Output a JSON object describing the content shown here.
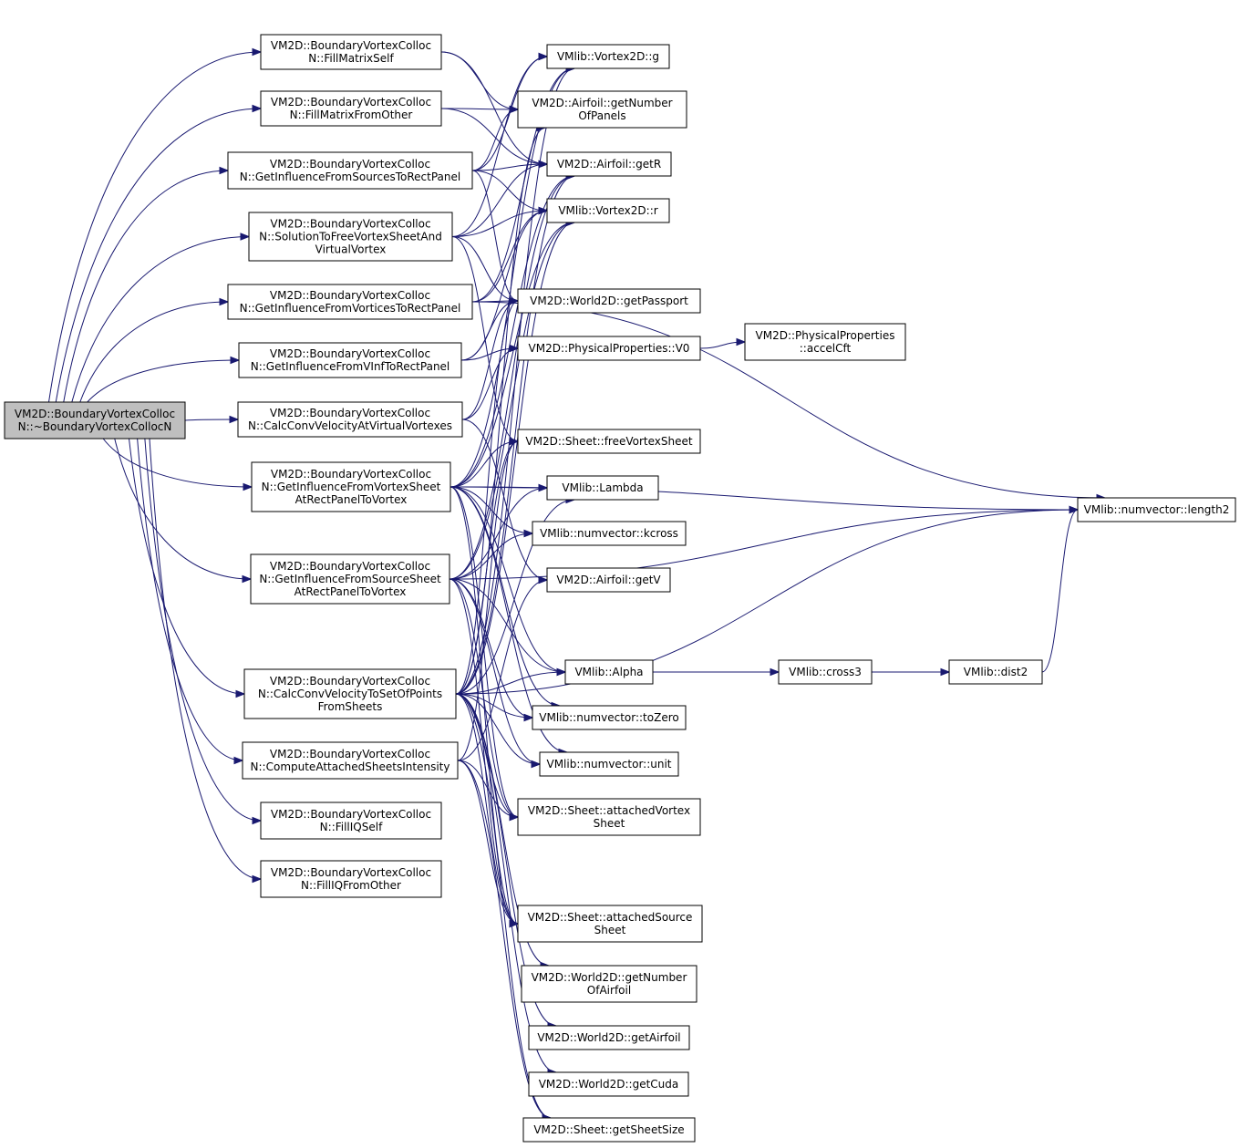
{
  "graph": {
    "nodes": [
      {
        "id": "root",
        "lines": [
          "VM2D::BoundaryVortexColloc",
          "N::~BoundaryVortexCollocN"
        ],
        "root": true
      },
      {
        "id": "fms",
        "lines": [
          "VM2D::BoundaryVortexColloc",
          "N::FillMatrixSelf"
        ]
      },
      {
        "id": "fmo",
        "lines": [
          "VM2D::BoundaryVortexColloc",
          "N::FillMatrixFromOther"
        ]
      },
      {
        "id": "gifs",
        "lines": [
          "VM2D::BoundaryVortexColloc",
          "N::GetInfluenceFromSourcesToRectPanel"
        ]
      },
      {
        "id": "sol",
        "lines": [
          "VM2D::BoundaryVortexColloc",
          "N::SolutionToFreeVortexSheetAnd",
          "VirtualVortex"
        ]
      },
      {
        "id": "gifv",
        "lines": [
          "VM2D::BoundaryVortexColloc",
          "N::GetInfluenceFromVorticesToRectPanel"
        ]
      },
      {
        "id": "gifvinf",
        "lines": [
          "VM2D::BoundaryVortexColloc",
          "N::GetInfluenceFromVInfToRectPanel"
        ]
      },
      {
        "id": "ccvvv",
        "lines": [
          "VM2D::BoundaryVortexColloc",
          "N::CalcConvVelocityAtVirtualVortexes"
        ]
      },
      {
        "id": "gifvs",
        "lines": [
          "VM2D::BoundaryVortexColloc",
          "N::GetInfluenceFromVortexSheet",
          "AtRectPanelToVortex"
        ]
      },
      {
        "id": "gifss",
        "lines": [
          "VM2D::BoundaryVortexColloc",
          "N::GetInfluenceFromSourceSheet",
          "AtRectPanelToVortex"
        ]
      },
      {
        "id": "ccvsp",
        "lines": [
          "VM2D::BoundaryVortexColloc",
          "N::CalcConvVelocityToSetOfPoints",
          "FromSheets"
        ]
      },
      {
        "id": "casi",
        "lines": [
          "VM2D::BoundaryVortexColloc",
          "N::ComputeAttachedSheetsIntensity"
        ]
      },
      {
        "id": "fiqs",
        "lines": [
          "VM2D::BoundaryVortexColloc",
          "N::FillIQSelf"
        ]
      },
      {
        "id": "fiqo",
        "lines": [
          "VM2D::BoundaryVortexColloc",
          "N::FillIQFromOther"
        ]
      },
      {
        "id": "vg",
        "lines": [
          "VMlib::Vortex2D::g"
        ]
      },
      {
        "id": "agnp",
        "lines": [
          "VM2D::Airfoil::getNumber",
          "OfPanels"
        ]
      },
      {
        "id": "agr",
        "lines": [
          "VM2D::Airfoil::getR"
        ]
      },
      {
        "id": "vr",
        "lines": [
          "VMlib::Vortex2D::r"
        ]
      },
      {
        "id": "wgp",
        "lines": [
          "VM2D::World2D::getPassport"
        ]
      },
      {
        "id": "ppv0",
        "lines": [
          "VM2D::PhysicalProperties::V0"
        ]
      },
      {
        "id": "ppac",
        "lines": [
          "VM2D::PhysicalProperties",
          "::accelCft"
        ]
      },
      {
        "id": "sfvs",
        "lines": [
          "VM2D::Sheet::freeVortexSheet"
        ]
      },
      {
        "id": "lam",
        "lines": [
          "VMlib::Lambda"
        ]
      },
      {
        "id": "kcr",
        "lines": [
          "VMlib::numvector::kcross"
        ]
      },
      {
        "id": "agv",
        "lines": [
          "VM2D::Airfoil::getV"
        ]
      },
      {
        "id": "alp",
        "lines": [
          "VMlib::Alpha"
        ]
      },
      {
        "id": "cr3",
        "lines": [
          "VMlib::cross3"
        ]
      },
      {
        "id": "d2",
        "lines": [
          "VMlib::dist2"
        ]
      },
      {
        "id": "len2",
        "lines": [
          "VMlib::numvector::length2"
        ]
      },
      {
        "id": "tz",
        "lines": [
          "VMlib::numvector::toZero"
        ]
      },
      {
        "id": "unit",
        "lines": [
          "VMlib::numvector::unit"
        ]
      },
      {
        "id": "savs",
        "lines": [
          "VM2D::Sheet::attachedVortex",
          "Sheet"
        ]
      },
      {
        "id": "sass",
        "lines": [
          "VM2D::Sheet::attachedSource",
          "Sheet"
        ]
      },
      {
        "id": "wgna",
        "lines": [
          "VM2D::World2D::getNumber",
          "OfAirfoil"
        ]
      },
      {
        "id": "wga",
        "lines": [
          "VM2D::World2D::getAirfoil"
        ]
      },
      {
        "id": "wgc",
        "lines": [
          "VM2D::World2D::getCuda"
        ]
      },
      {
        "id": "sgs",
        "lines": [
          "VM2D::Sheet::getSheetSize"
        ]
      }
    ],
    "edges": [
      [
        "root",
        "fms"
      ],
      [
        "root",
        "fmo"
      ],
      [
        "root",
        "gifs"
      ],
      [
        "root",
        "sol"
      ],
      [
        "root",
        "gifv"
      ],
      [
        "root",
        "gifvinf"
      ],
      [
        "root",
        "ccvvv"
      ],
      [
        "root",
        "gifvs"
      ],
      [
        "root",
        "gifss"
      ],
      [
        "root",
        "ccvsp"
      ],
      [
        "root",
        "casi"
      ],
      [
        "root",
        "fiqs"
      ],
      [
        "root",
        "fiqo"
      ],
      [
        "fms",
        "agnp"
      ],
      [
        "fms",
        "agr"
      ],
      [
        "fmo",
        "agnp"
      ],
      [
        "fmo",
        "agr"
      ],
      [
        "gifs",
        "vg"
      ],
      [
        "gifs",
        "agnp"
      ],
      [
        "gifs",
        "agr"
      ],
      [
        "gifs",
        "vr"
      ],
      [
        "gifs",
        "wgp"
      ],
      [
        "sol",
        "vg"
      ],
      [
        "sol",
        "agr"
      ],
      [
        "sol",
        "vr"
      ],
      [
        "sol",
        "wgp"
      ],
      [
        "sol",
        "sfvs"
      ],
      [
        "gifv",
        "vg"
      ],
      [
        "gifv",
        "vr"
      ],
      [
        "gifv",
        "wgp"
      ],
      [
        "gifv",
        "len2"
      ],
      [
        "gifvinf",
        "wgp"
      ],
      [
        "gifvinf",
        "ppv0"
      ],
      [
        "gifvinf",
        "vr"
      ],
      [
        "ccvvv",
        "ppv0"
      ],
      [
        "ccvvv",
        "agv"
      ],
      [
        "ccvvv",
        "wgp"
      ],
      [
        "gifvs",
        "vg"
      ],
      [
        "gifvs",
        "agr"
      ],
      [
        "gifvs",
        "vr"
      ],
      [
        "gifvs",
        "sfvs"
      ],
      [
        "gifvs",
        "lam"
      ],
      [
        "gifvs",
        "kcr"
      ],
      [
        "gifvs",
        "len2"
      ],
      [
        "gifvs",
        "alp"
      ],
      [
        "gifvs",
        "tz"
      ],
      [
        "gifvs",
        "unit"
      ],
      [
        "gifvs",
        "savs"
      ],
      [
        "gifvs",
        "sass"
      ],
      [
        "gifss",
        "agr"
      ],
      [
        "gifss",
        "vr"
      ],
      [
        "gifss",
        "lam"
      ],
      [
        "gifss",
        "kcr"
      ],
      [
        "gifss",
        "alp"
      ],
      [
        "gifss",
        "len2"
      ],
      [
        "gifss",
        "tz"
      ],
      [
        "gifss",
        "unit"
      ],
      [
        "gifss",
        "savs"
      ],
      [
        "gifss",
        "sass"
      ],
      [
        "ccvsp",
        "vg"
      ],
      [
        "ccvsp",
        "agnp"
      ],
      [
        "ccvsp",
        "agr"
      ],
      [
        "ccvsp",
        "vr"
      ],
      [
        "ccvsp",
        "wgp"
      ],
      [
        "ccvsp",
        "sfvs"
      ],
      [
        "ccvsp",
        "lam"
      ],
      [
        "ccvsp",
        "alp"
      ],
      [
        "ccvsp",
        "tz"
      ],
      [
        "ccvsp",
        "unit"
      ],
      [
        "ccvsp",
        "savs"
      ],
      [
        "ccvsp",
        "sass"
      ],
      [
        "ccvsp",
        "wgna"
      ],
      [
        "ccvsp",
        "wga"
      ],
      [
        "ccvsp",
        "wgc"
      ],
      [
        "ccvsp",
        "sgs"
      ],
      [
        "ccvsp",
        "len2"
      ],
      [
        "casi",
        "savs"
      ],
      [
        "casi",
        "sass"
      ],
      [
        "casi",
        "sgs"
      ],
      [
        "casi",
        "sfvs"
      ],
      [
        "casi",
        "agv"
      ],
      [
        "ppv0",
        "ppac"
      ],
      [
        "alp",
        "cr3"
      ],
      [
        "cr3",
        "d2"
      ],
      [
        "d2",
        "len2"
      ]
    ]
  }
}
